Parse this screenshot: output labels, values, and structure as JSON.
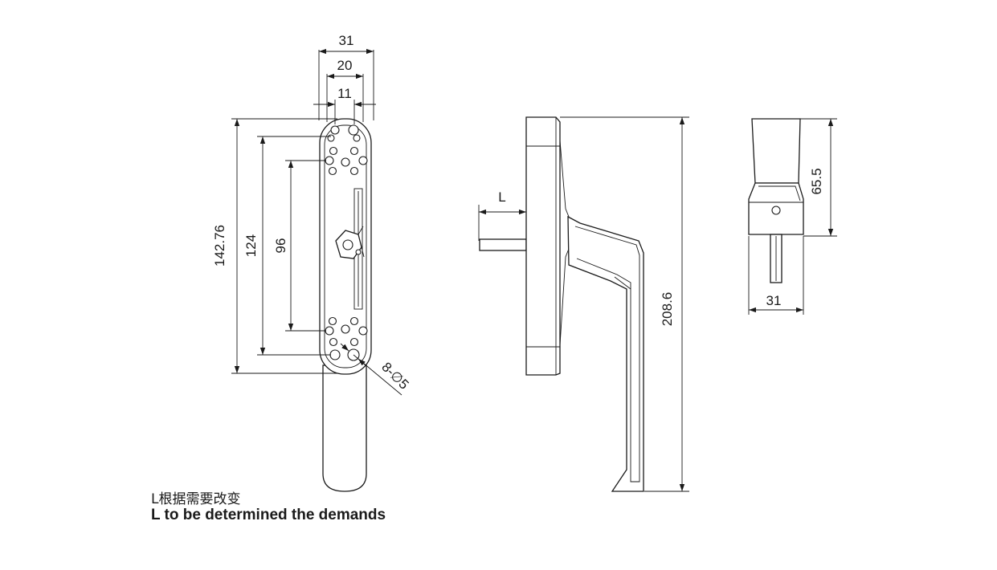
{
  "dimensions": {
    "front_view": {
      "width_overall": "31",
      "width_holes": "20",
      "width_inner": "11",
      "height_overall": "142.76",
      "height_outer_holes": "124",
      "height_inner_holes": "96",
      "hole_spec": "8-∅5"
    },
    "side_view": {
      "spindle_length": "L",
      "height_total": "208.6"
    },
    "end_view": {
      "height": "65.5",
      "width": "31"
    }
  },
  "notes": {
    "chinese": "L根据需要改变",
    "english": "L to be determined the demands"
  }
}
